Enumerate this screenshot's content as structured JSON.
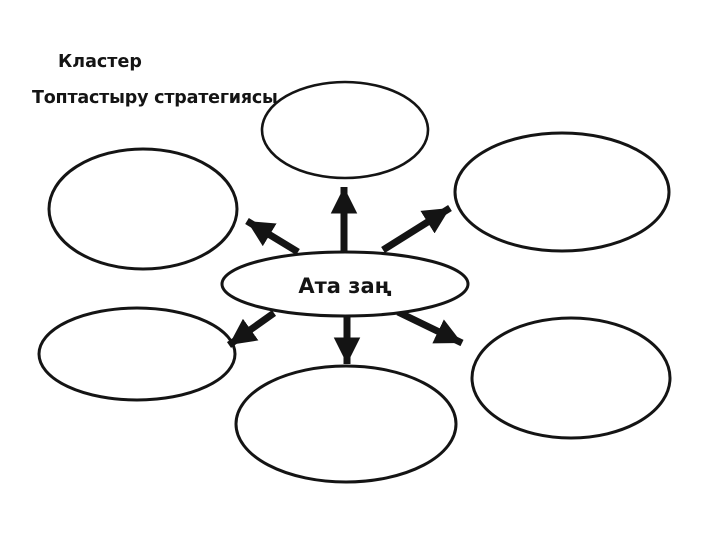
{
  "colors": {
    "background": "#ffffff",
    "ink": "#141414"
  },
  "header": {
    "title": "Кластер",
    "subtitle": "Топтастыру стратегиясы"
  },
  "diagram": {
    "type": "cluster",
    "center_node": {
      "label": "Ата заң"
    },
    "outer_nodes": [
      {
        "position": "top",
        "label": ""
      },
      {
        "position": "top-left",
        "label": ""
      },
      {
        "position": "top-right",
        "label": ""
      },
      {
        "position": "bottom-left",
        "label": ""
      },
      {
        "position": "bottom",
        "label": ""
      },
      {
        "position": "bottom-right",
        "label": ""
      }
    ],
    "arrows": [
      {
        "from": "center",
        "to": "top"
      },
      {
        "from": "center",
        "to": "top-left"
      },
      {
        "from": "center",
        "to": "top-right"
      },
      {
        "from": "center",
        "to": "bottom-left"
      },
      {
        "from": "center",
        "to": "bottom"
      },
      {
        "from": "center",
        "to": "bottom-right"
      }
    ]
  }
}
